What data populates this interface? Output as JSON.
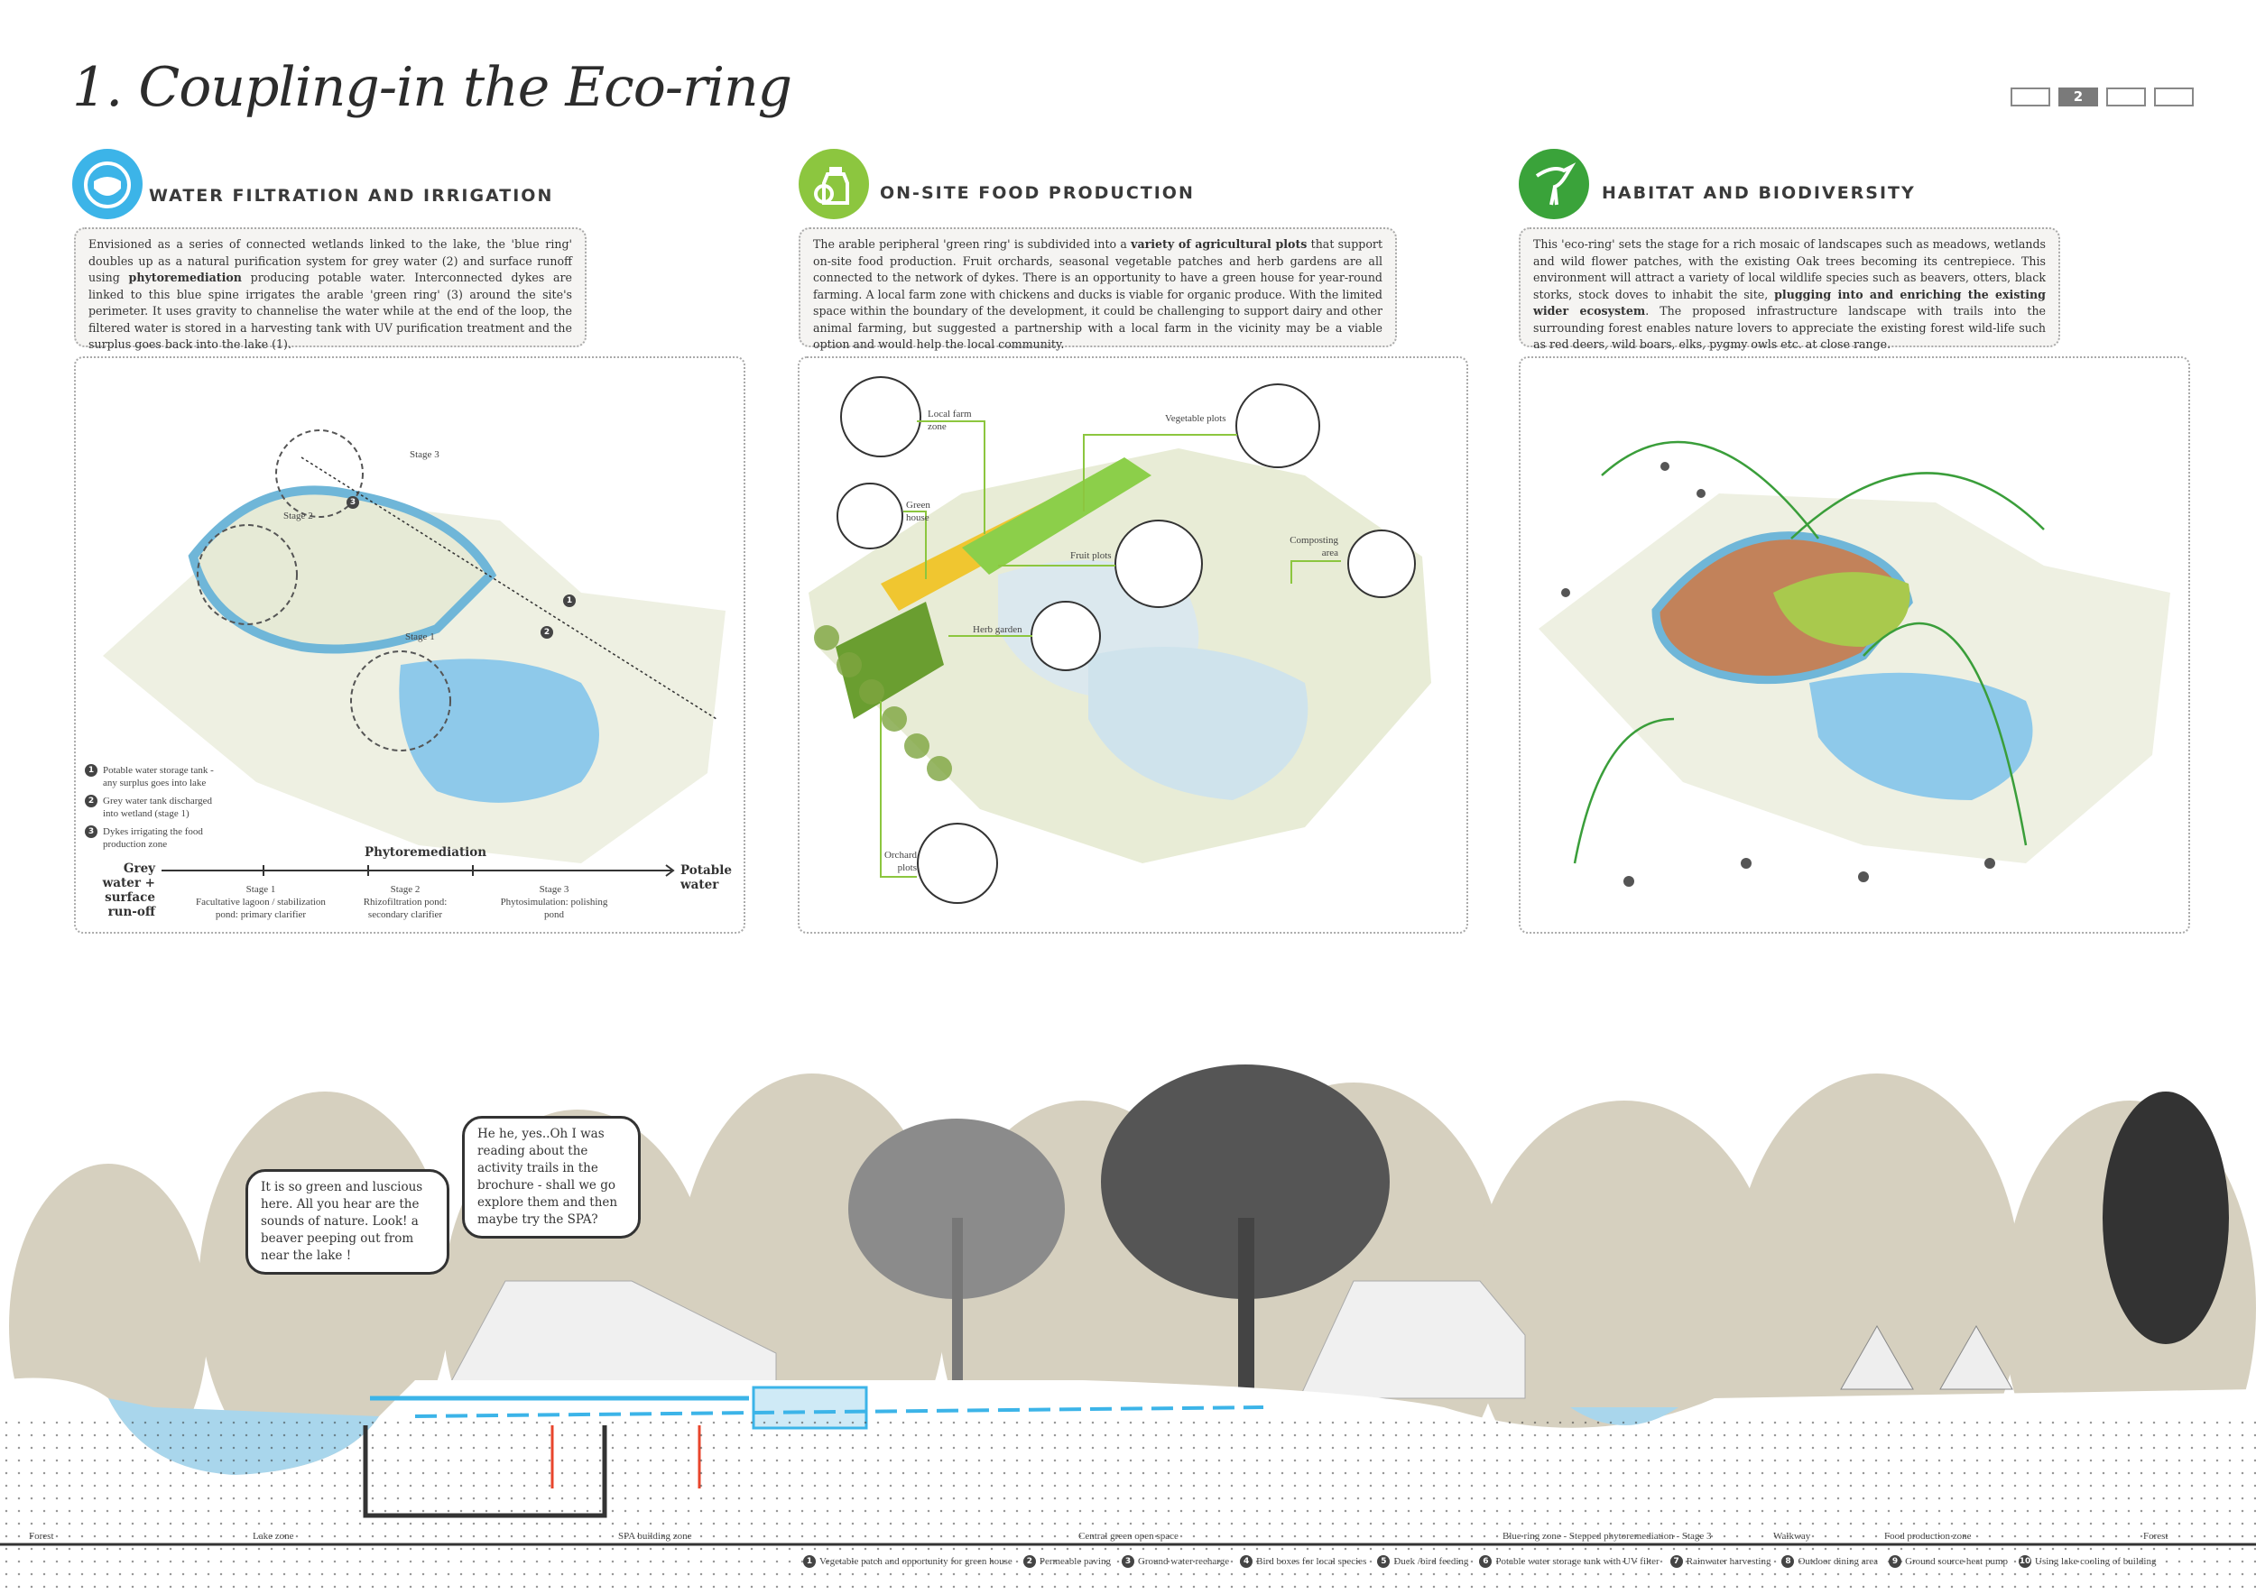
{
  "title": "1. Coupling-in the Eco-ring",
  "pagination": {
    "pages": [
      "",
      "2",
      "",
      ""
    ],
    "current": "2"
  },
  "sections": [
    {
      "heading": "WATER FILTRATION AND IRRIGATION",
      "icon": "water-cycle-icon",
      "color": "#3cb4e8",
      "text_before": "Envisioned as a series of connected wetlands linked to the lake, the 'blue ring' doubles up as a natural purification system for grey water (2) and surface runoff using ",
      "text_bold": "phytoremediation",
      "text_after": " producing potable water. Interconnected dykes are linked to this blue spine irrigates the arable 'green ring' (3) around the site's perimeter. It uses gravity to channelise the water while at the end of the loop, the filtered water is stored in a harvesting tank with UV purification treatment and the surplus goes back into the lake (1)."
    },
    {
      "heading": "ON-SITE FOOD PRODUCTION",
      "icon": "food-jar-icon",
      "color": "#8cc63f",
      "text_before": "The arable peripheral 'green ring' is subdivided into a ",
      "text_bold": "variety of agricultural plots",
      "text_after": " that support on-site food production. Fruit orchards, seasonal vegetable patches and herb gardens are all connected to the network of dykes. There is an opportunity to have a green house for year-round farming. A local farm zone with chickens and ducks is viable for organic produce. With the limited space within the boundary of the development, it could be challenging to support dairy and other animal farming, but suggested a partnership with a local farm in the vicinity may be a viable option and would help the local community."
    },
    {
      "heading": "HABITAT AND BIODIVERSITY",
      "icon": "stork-icon",
      "color": "#3aa33a",
      "text_before": "This 'eco-ring' sets the stage for a rich mosaic of landscapes such as meadows, wetlands and wild flower patches, with the existing Oak trees becoming its centrepiece. This environment will attract a variety of local wildlife species such as beavers, otters, black storks, stock doves to inhabit the site, ",
      "text_bold": "plugging into and enriching the existing wider ecosystem",
      "text_after": ". The proposed infrastructure landscape with trails into the surrounding forest enables nature lovers to appreciate the existing forest wild-life such as red deers, wild boars, elks, pygmy owls etc. at close range."
    }
  ],
  "water_panel": {
    "stages": [
      "Stage 1",
      "Stage 2",
      "Stage 3"
    ],
    "markers": [
      "1",
      "2",
      "3"
    ],
    "legend": [
      {
        "n": "1",
        "text": "Potable water storage tank - any surplus goes into lake"
      },
      {
        "n": "2",
        "text": "Grey water tank discharged into wetland (stage 1)"
      },
      {
        "n": "3",
        "text": "Dykes irrigating the food production zone"
      }
    ],
    "timeline": {
      "start": "Grey water + surface run-off",
      "title": "Phytoremediation",
      "end": "Potable water",
      "steps": [
        {
          "stage": "Stage 1",
          "desc": "Facultative lagoon / stabilization pond: primary clarifier"
        },
        {
          "stage": "Stage 2",
          "desc": "Rhizofiltration pond: secondary clarifier"
        },
        {
          "stage": "Stage 3",
          "desc": "Phytosimulation: polishing pond"
        }
      ]
    }
  },
  "food_panel": {
    "labels": {
      "farm": "Local farm zone",
      "greenhouse": "Green house",
      "vegetable": "Vegetable plots",
      "fruit": "Fruit plots",
      "herb": "Herb garden",
      "compost": "Composting area",
      "orchard": "Orchard plots"
    }
  },
  "section": {
    "bubble1": "It is so green and luscious here. All you hear are the sounds of nature. Look! a beaver peeping out from near the lake !",
    "bubble2": "He he, yes..Oh I was reading about the activity trails in the brochure - shall we go explore them and then maybe try the SPA?",
    "zones": [
      "Forest",
      "Lake zone",
      "SPA building zone",
      "Central green open space",
      "Blue ring zone - Stepped phytoremediation - Stage 3",
      "Walkway",
      "Food production zone",
      "Forest"
    ],
    "legend": [
      {
        "n": "1",
        "text": "Vegetable patch and opportunity for green house"
      },
      {
        "n": "2",
        "text": "Permeable paving"
      },
      {
        "n": "3",
        "text": "Ground water recharge"
      },
      {
        "n": "4",
        "text": "Bird boxes for local species"
      },
      {
        "n": "5",
        "text": "Duck /bird feeding"
      },
      {
        "n": "6",
        "text": "Potable water storage tank with UV filter"
      },
      {
        "n": "7",
        "text": "Rainwater harvesting"
      },
      {
        "n": "8",
        "text": "Outdoor dining area"
      },
      {
        "n": "9",
        "text": "Ground source heat pump"
      },
      {
        "n": "10",
        "text": "Using lake cooling of building"
      }
    ]
  }
}
